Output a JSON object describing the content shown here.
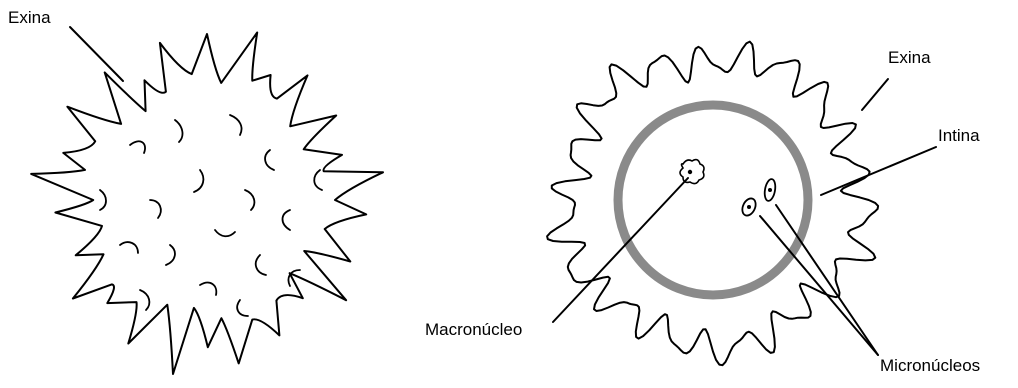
{
  "labels": {
    "exina_left": "Exina",
    "exina_right": "Exina",
    "intina": "Intina",
    "macronucleo": "Macronúcleo",
    "micronucleos": "Micronúcleos"
  },
  "colors": {
    "ink": "#000000",
    "intina_ring": "#8a8a8a",
    "background": "#ffffff"
  }
}
